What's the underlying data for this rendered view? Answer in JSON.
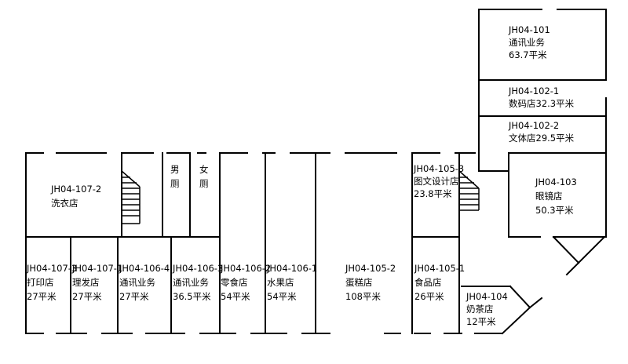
{
  "units": [
    {
      "id": "u101",
      "lines": [
        "JH04-101",
        "通讯业务",
        "63.7平米"
      ]
    },
    {
      "id": "u102-1",
      "lines": [
        "JH04-102-1",
        "数码店32.3平米"
      ]
    },
    {
      "id": "u102-2",
      "lines": [
        "JH04-102-2",
        "文体店29.5平米"
      ]
    },
    {
      "id": "u103",
      "lines": [
        "JH04-103",
        "眼镜店",
        "50.3平米"
      ]
    },
    {
      "id": "u104",
      "lines": [
        "JH04-104",
        "奶茶店",
        "12平米"
      ]
    },
    {
      "id": "u105-1",
      "lines": [
        "JH04-105-1",
        "食品店",
        "26平米"
      ]
    },
    {
      "id": "u105-2",
      "lines": [
        "JH04-105-2",
        "蛋糕店",
        "108平米"
      ]
    },
    {
      "id": "u105-3",
      "lines": [
        "JH04-105-3",
        "图文设计店",
        "23.8平米"
      ]
    },
    {
      "id": "u106-1",
      "lines": [
        "JH04-106-1",
        "水果店",
        "54平米"
      ]
    },
    {
      "id": "u106-2",
      "lines": [
        "JH04-106-2",
        "零食店",
        "54平米"
      ]
    },
    {
      "id": "u106-3",
      "lines": [
        "JH04-106-3",
        "通讯业务",
        "36.5平米"
      ]
    },
    {
      "id": "u106-4",
      "lines": [
        "JH04-106-4",
        "通讯业务",
        "27平米"
      ]
    },
    {
      "id": "u107-1",
      "lines": [
        "JH04-107-1",
        "理发店",
        "27平米"
      ]
    },
    {
      "id": "u107-2",
      "lines": [
        "JH04-107-2",
        "洗衣店"
      ]
    },
    {
      "id": "u107-3",
      "lines": [
        "JH04-107-3",
        "打印店",
        "27平米"
      ]
    },
    {
      "id": "wc-men",
      "lines": [
        "男",
        "厕"
      ]
    },
    {
      "id": "wc-women",
      "lines": [
        "女",
        "厕"
      ]
    }
  ]
}
